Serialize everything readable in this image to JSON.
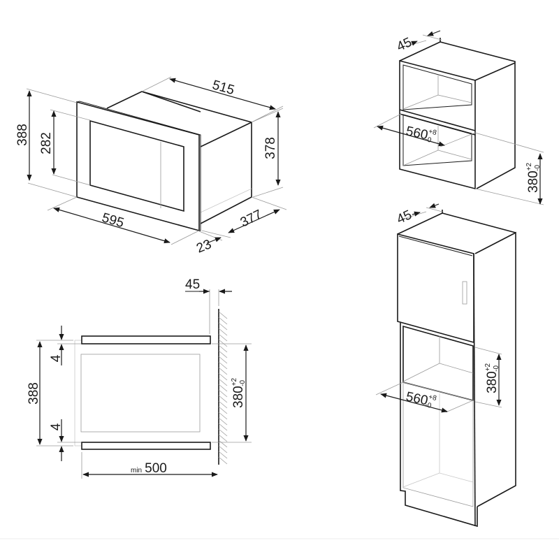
{
  "microwave_iso": {
    "height_overall": "388",
    "window_height": "282",
    "depth_top": "515",
    "body_height": "378",
    "width_front": "595",
    "body_depth": "377",
    "panel_thickness": "23"
  },
  "wall_cabinet": {
    "rear_gap": "45",
    "niche_width": "560",
    "niche_width_tol_plus": "+8",
    "niche_width_tol_minus": "-0",
    "niche_height": "380",
    "niche_height_tol_plus": "+2",
    "niche_height_tol_minus": "-0"
  },
  "side_section": {
    "rear_gap": "45",
    "height_overall": "388",
    "gap_top": "4",
    "gap_bottom": "4",
    "niche_height": "380",
    "niche_height_tol_plus": "+2",
    "niche_height_tol_minus": "-0",
    "min_prefix": "min",
    "min_depth": "500"
  },
  "tall_cabinet": {
    "rear_gap": "45",
    "niche_width": "560",
    "niche_width_tol_plus": "+8",
    "niche_width_tol_minus": "-0",
    "niche_height": "380",
    "niche_height_tol_plus": "+2",
    "niche_height_tol_minus": "-0"
  }
}
